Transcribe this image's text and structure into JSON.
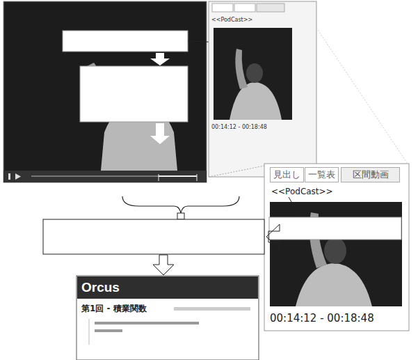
{
  "diagram": {
    "nodes": [
      {
        "text": [
          "見出し"
        ]
      },
      {
        "text": [
          "一覧表"
        ]
      },
      {
        "text": [
          "区間動画"
        ]
      },
      {
        "text": [
          "第1回 - 積業関数"
        ]
      },
      {
        "text": [
          "Orcus"
        ],
        "in": 3
      }
    ],
    "labels": [
      "<<PodCast>>",
      "00:14:12 - 00:18:48",
      "<<PodCast>>",
      "00:14:12 - 00:18:48"
    ]
  }
}
